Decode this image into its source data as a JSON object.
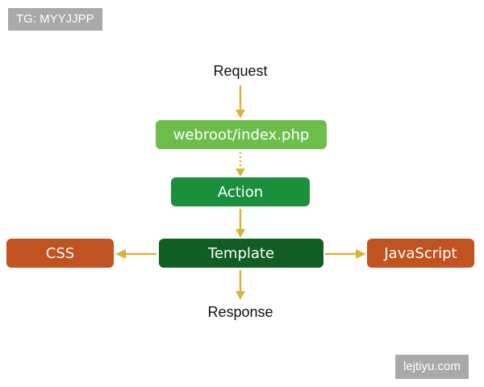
{
  "watermarks": {
    "top_left": "TG: MYYJJPP",
    "bottom_right": "lejtiyu.com"
  },
  "diagram": {
    "request": "Request",
    "webroot": "webroot/index.php",
    "action": "Action",
    "template": "Template",
    "css": "CSS",
    "javascript": "JavaScript",
    "response": "Response"
  },
  "colors": {
    "webroot": "#6dbd4b",
    "action": "#1a8f3c",
    "template": "#115d24",
    "asset": "#c0531f",
    "arrow": "#d9b43a"
  }
}
